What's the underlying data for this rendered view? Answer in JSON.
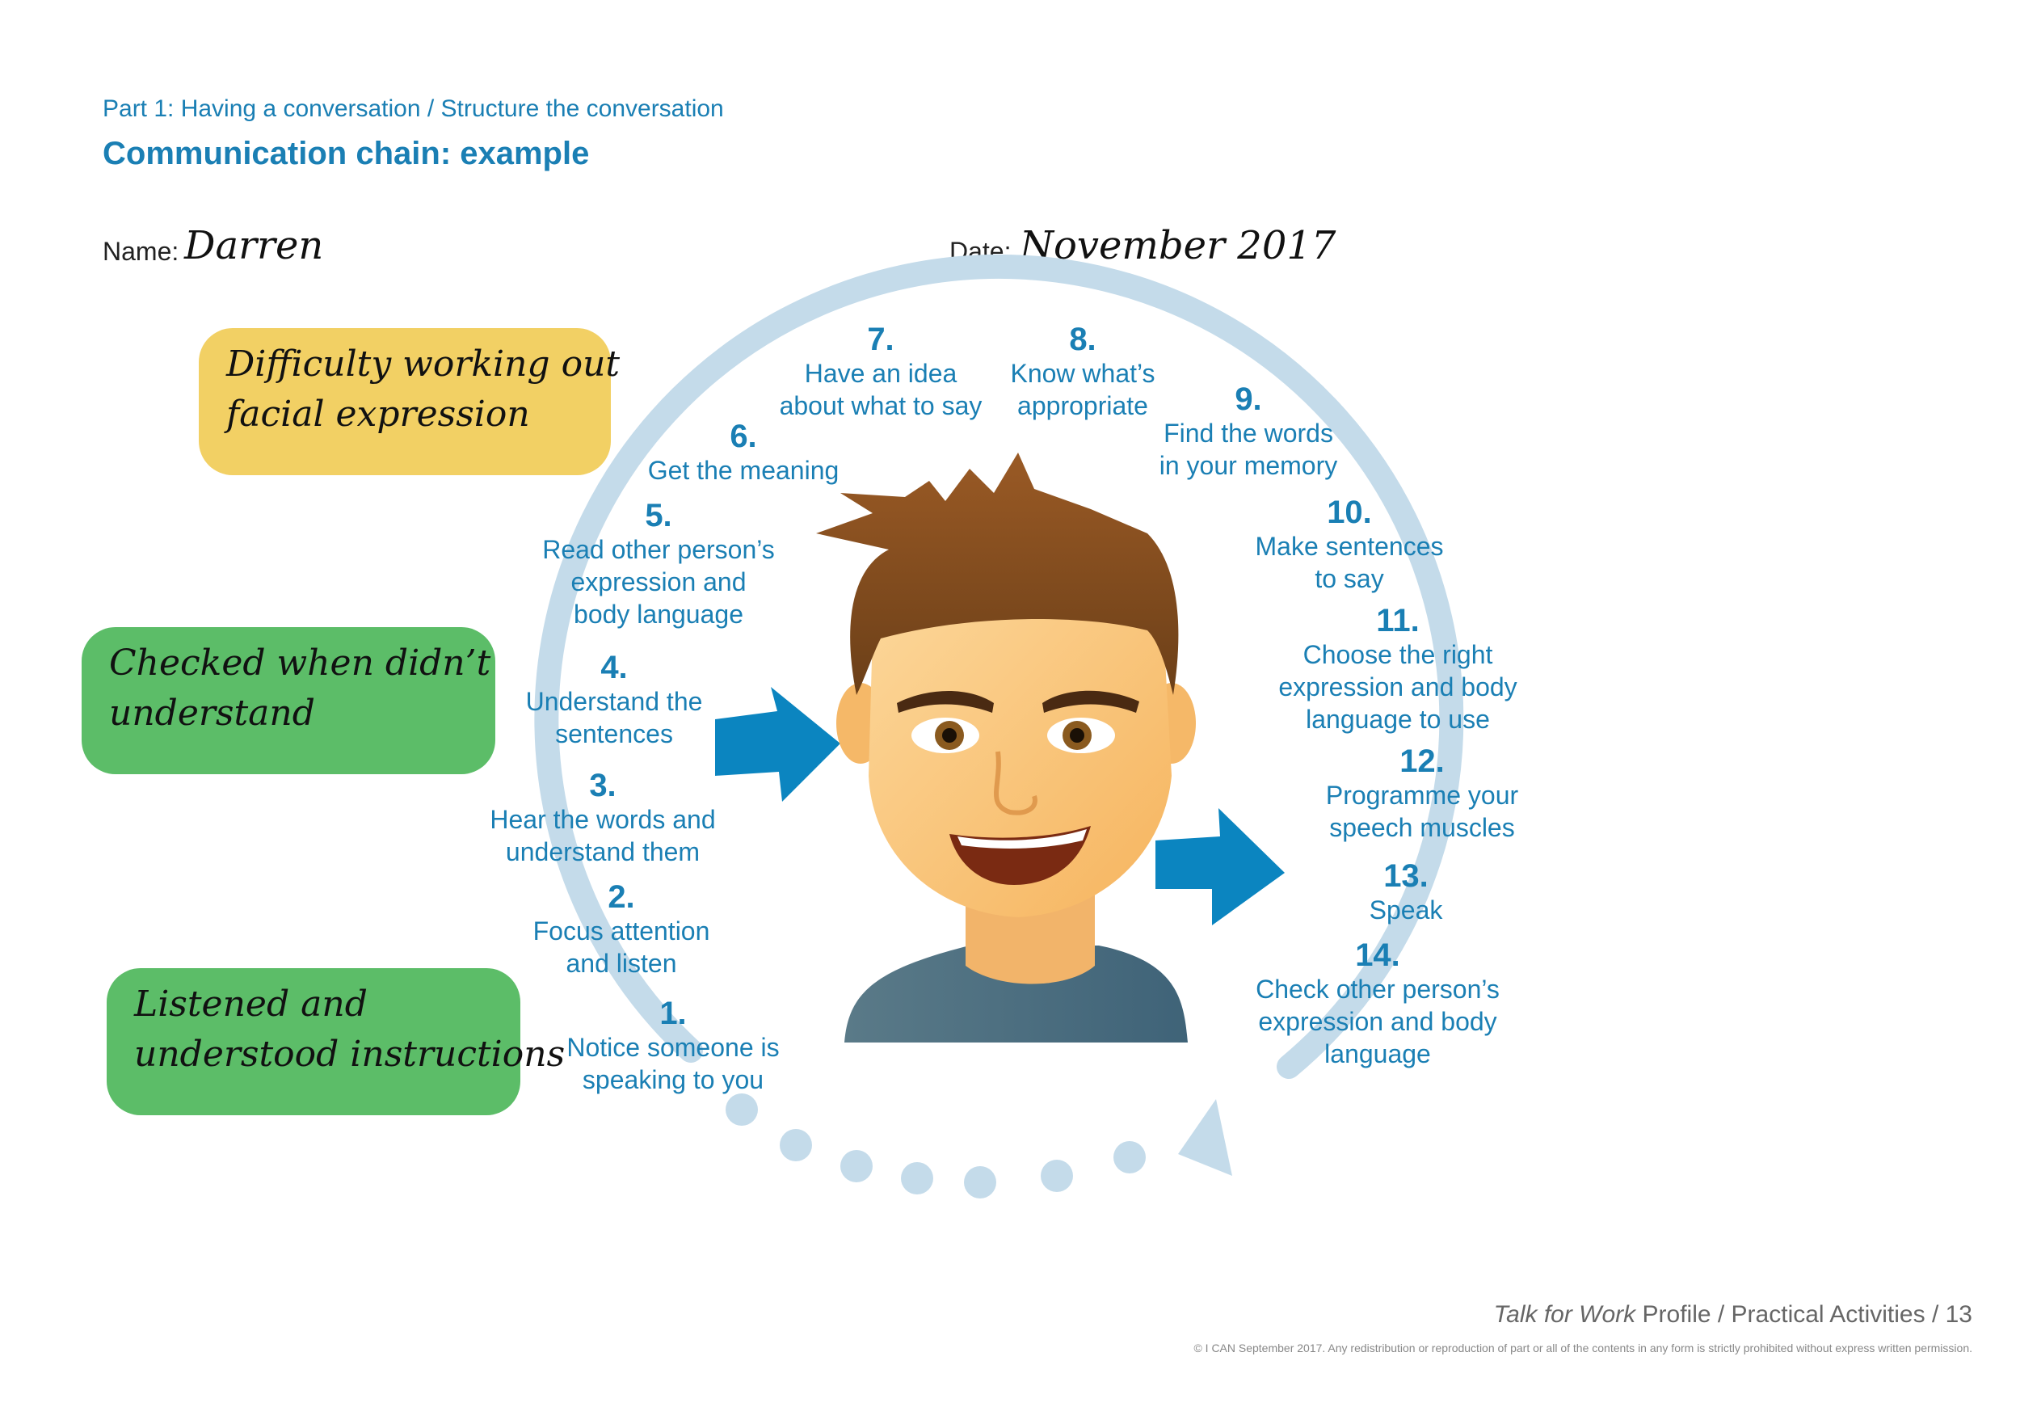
{
  "header": {
    "breadcrumb": "Part 1: Having a conversation / Structure the conversation",
    "title": "Communication chain: example"
  },
  "form": {
    "name_label": "Name:",
    "name_value": "Darren",
    "date_label": "Date:",
    "date_value": "November 2017"
  },
  "notes": [
    {
      "lines": [
        "Difficulty working out",
        "facial expression"
      ],
      "color": "#f2d064"
    },
    {
      "lines": [
        "Checked when didn’t",
        "understand"
      ],
      "color": "#5cbd68"
    },
    {
      "lines": [
        "Listened and",
        "understood instructions"
      ],
      "color": "#5cbd68"
    }
  ],
  "steps": [
    {
      "num": "1.",
      "lines": [
        "Notice someone is",
        "speaking to you"
      ]
    },
    {
      "num": "2.",
      "lines": [
        "Focus attention",
        "and listen"
      ]
    },
    {
      "num": "3.",
      "lines": [
        "Hear the words and",
        "understand them"
      ]
    },
    {
      "num": "4.",
      "lines": [
        "Understand the",
        "sentences"
      ]
    },
    {
      "num": "5.",
      "lines": [
        "Read other person’s",
        "expression and",
        "body language"
      ]
    },
    {
      "num": "6.",
      "lines": [
        "Get the meaning"
      ]
    },
    {
      "num": "7.",
      "lines": [
        "Have an idea",
        "about what to say"
      ]
    },
    {
      "num": "8.",
      "lines": [
        "Know what’s",
        "appropriate"
      ]
    },
    {
      "num": "9.",
      "lines": [
        "Find the words",
        "in your memory"
      ]
    },
    {
      "num": "10.",
      "lines": [
        "Make sentences",
        "to say"
      ]
    },
    {
      "num": "11.",
      "lines": [
        "Choose the right",
        "expression and body",
        "language to use"
      ]
    },
    {
      "num": "12.",
      "lines": [
        "Programme your",
        "speech muscles"
      ]
    },
    {
      "num": "13.",
      "lines": [
        "Speak"
      ]
    },
    {
      "num": "14.",
      "lines": [
        "Check other person’s",
        "expression and body",
        "language"
      ]
    }
  ],
  "footer": {
    "title_em": "Talk for Work",
    "title_rest": " Profile / Practical Activities / 13",
    "copyright": "© I CAN September 2017. Any redistribution or reproduction of part or all of the contents in any form is strictly prohibited without express written permission."
  },
  "colors": {
    "accent": "#1a7fb4",
    "arrow": "#0b85c0",
    "cycle": "#c4dbea",
    "note_yellow": "#f2d064",
    "note_green": "#5cbd68"
  },
  "icons": [
    "arrow-in-icon",
    "arrow-out-icon",
    "face-illustration"
  ]
}
